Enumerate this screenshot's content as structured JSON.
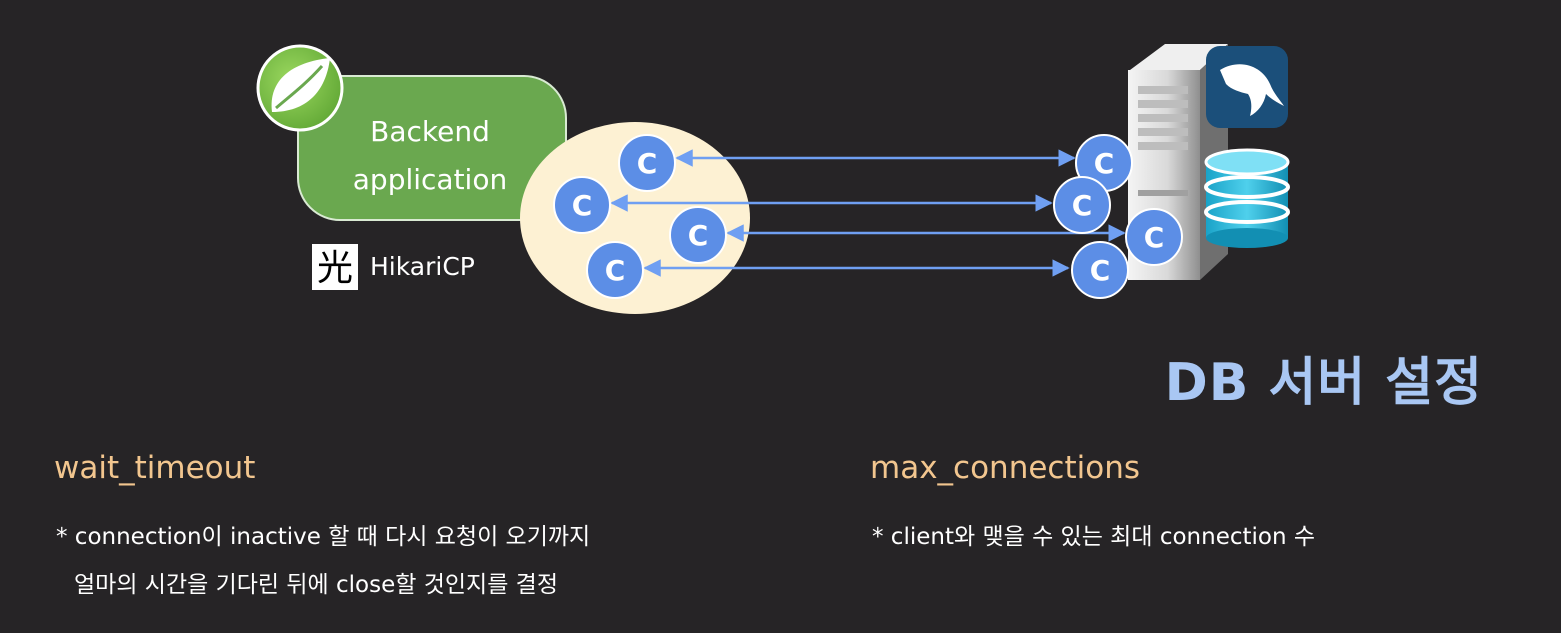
{
  "backend": {
    "label_line1": "Backend",
    "label_line2": "application"
  },
  "pool": {
    "label": "HikariCP",
    "logo_char": "光"
  },
  "connection_letter": "C",
  "title": "DB 서버 설정",
  "settings": {
    "left": {
      "name": "wait_timeout",
      "desc_line1": "* connection이 inactive 할 때 다시 요청이 오기까지",
      "desc_line2": "얼마의 시간을 기다린 뒤에 close할 것인지를 결정"
    },
    "right": {
      "name": "max_connections",
      "desc_line1": "* client와 맺을 수 있는 최대 connection 수"
    }
  },
  "colors": {
    "background": "#262426",
    "backend_green": "#6aa84f",
    "pool_fill": "#fdf1d3",
    "connection_blue": "#5c8ee6",
    "arrow_blue": "#6f9ff2",
    "title_blue": "#a9c7f3",
    "setting_name": "#f2c68f"
  },
  "icons": {
    "spring": "spring-leaf-icon",
    "hikari": "hikari-logo-icon",
    "server": "server-icon",
    "mysql": "mysql-dolphin-icon",
    "database": "database-cylinder-icon"
  }
}
